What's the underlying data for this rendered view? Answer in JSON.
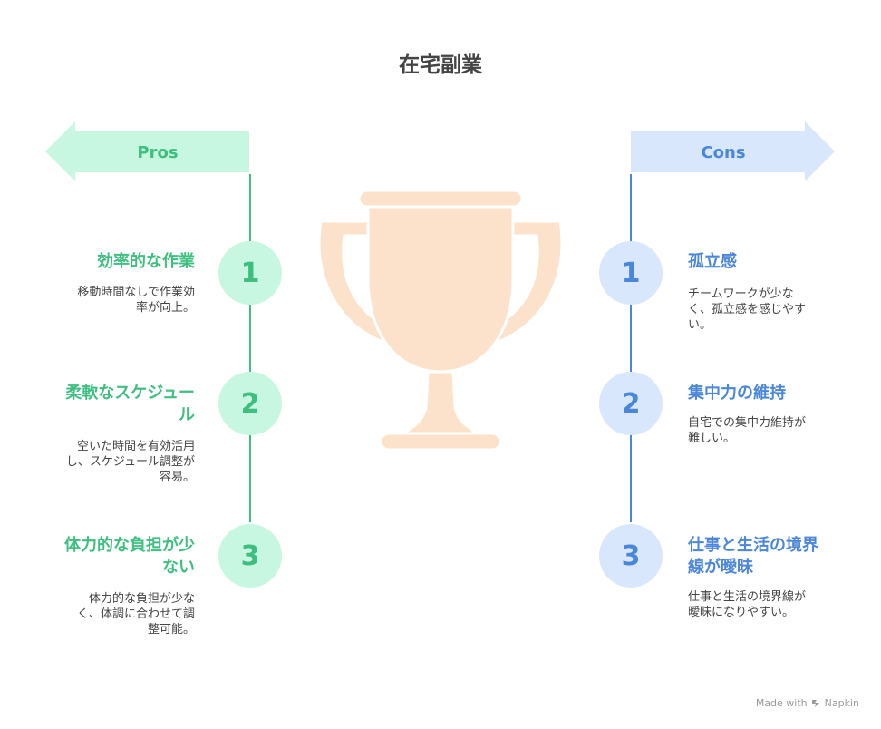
{
  "title": "在宅副業",
  "pros": {
    "label": "Pros",
    "color": "#3fbf7f",
    "items": [
      {
        "number": "1",
        "title": "効率的な作業",
        "desc_lines": [
          "移動時間なしで作業効",
          "率が向上。"
        ]
      },
      {
        "number": "2",
        "title_lines": [
          "柔軟なスケジュー",
          "ル"
        ],
        "desc_lines": [
          "空いた時間を有効活用",
          "し、スケジュール調整が",
          "容易。"
        ]
      },
      {
        "number": "3",
        "title_lines": [
          "体力的な負担が少",
          "ない"
        ],
        "desc_lines": [
          "体力的な負担が少な",
          "く、体調に合わせて調",
          "整可能。"
        ]
      }
    ]
  },
  "cons": {
    "label": "Cons",
    "color": "#4a86d9",
    "items": [
      {
        "number": "1",
        "title": "孤立感",
        "desc_lines": [
          "チームワークが少な",
          "く、孤立感を感じやす",
          "い。"
        ]
      },
      {
        "number": "2",
        "title": "集中力の維持",
        "desc_lines": [
          "自宅での集中力維持が",
          "難しい。"
        ]
      },
      {
        "number": "3",
        "title_lines": [
          "仕事と生活の境界",
          "線が曖昧"
        ],
        "desc_lines": [
          "仕事と生活の境界線が",
          "曖昧になりやすい。"
        ]
      }
    ]
  },
  "trophy_icon": "trophy-icon",
  "watermark": {
    "prefix": "Made with",
    "brand": "Napkin"
  }
}
